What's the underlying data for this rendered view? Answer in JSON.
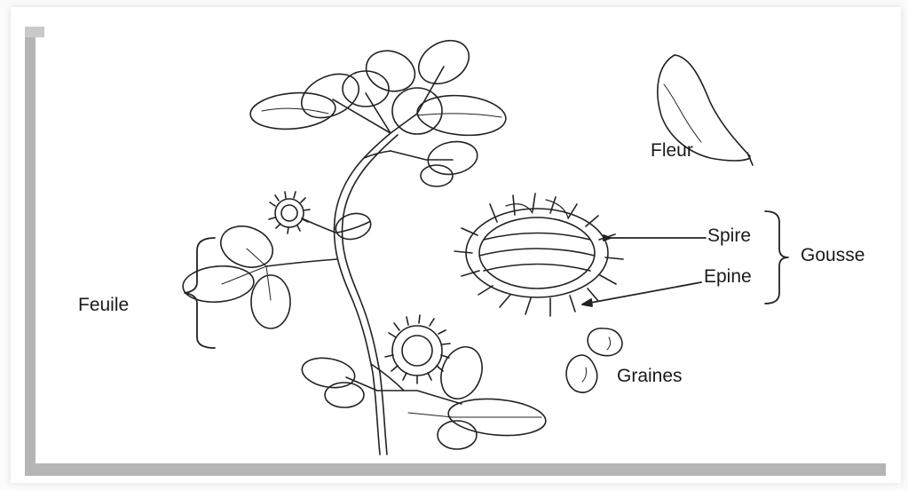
{
  "labels": {
    "fleur": "Fleur",
    "spire": "Spire",
    "epine": "Epine",
    "gousse": "Gousse",
    "feuille": "Feuile",
    "graines": "Graines"
  }
}
